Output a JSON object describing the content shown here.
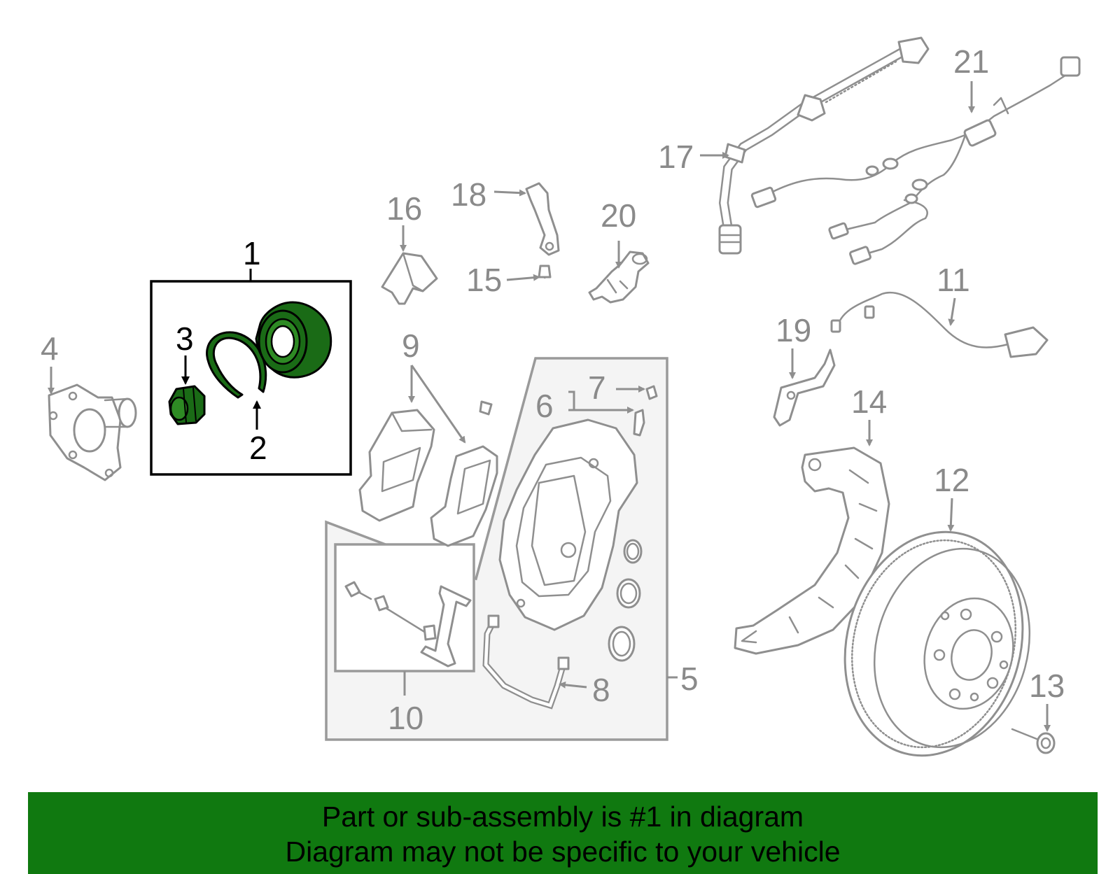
{
  "diagram": {
    "callouts": [
      "1",
      "2",
      "3",
      "4",
      "5",
      "6",
      "7",
      "8",
      "9",
      "10",
      "11",
      "12",
      "13",
      "14",
      "15",
      "16",
      "17",
      "18",
      "19",
      "20",
      "21"
    ],
    "highlighted_callout": "1",
    "colors": {
      "highlight_part": "#1a6b16",
      "banner": "#107910",
      "parts_line": "#8f8f8f",
      "subassembly_box_fill": "#f4f4f4"
    }
  },
  "banner": {
    "line1": "Part or sub-assembly is #1 in diagram",
    "line2": "Diagram may not be specific to your vehicle"
  }
}
